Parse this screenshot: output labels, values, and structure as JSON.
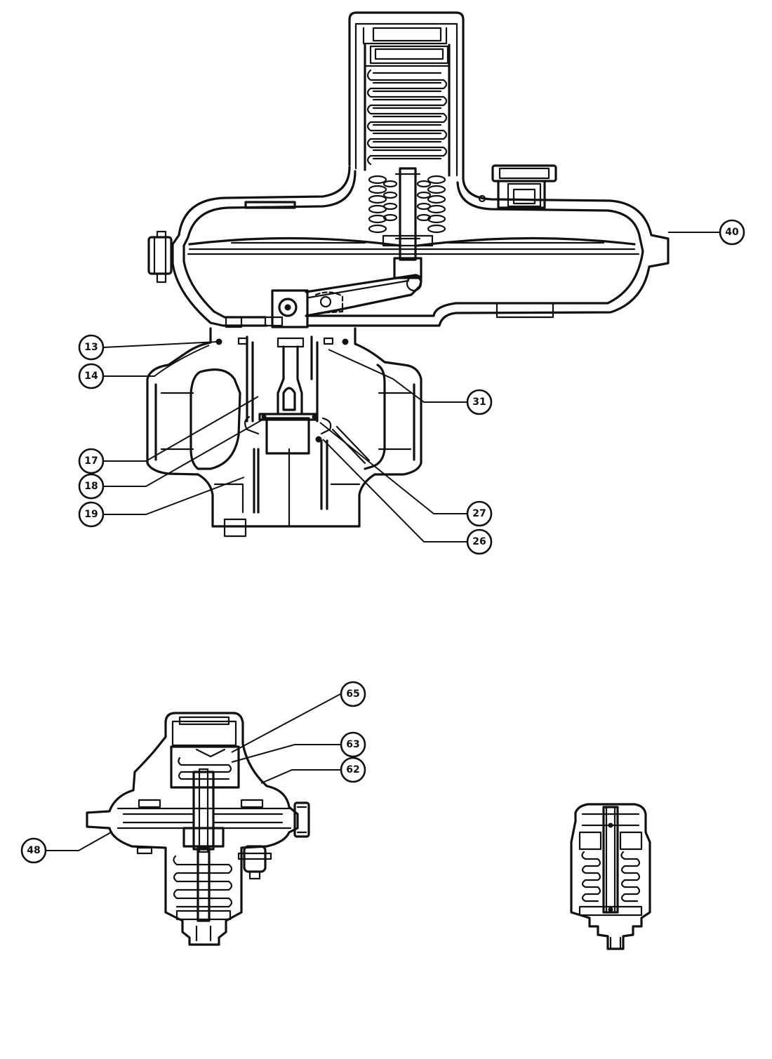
{
  "figure": {
    "colors": {
      "ink": "#111111",
      "paper": "#ffffff"
    },
    "main_view_callouts": [
      "40",
      "13",
      "14",
      "31",
      "17",
      "18",
      "19",
      "27",
      "26"
    ],
    "pilot_view_callouts": [
      "65",
      "63",
      "62",
      "48"
    ]
  }
}
